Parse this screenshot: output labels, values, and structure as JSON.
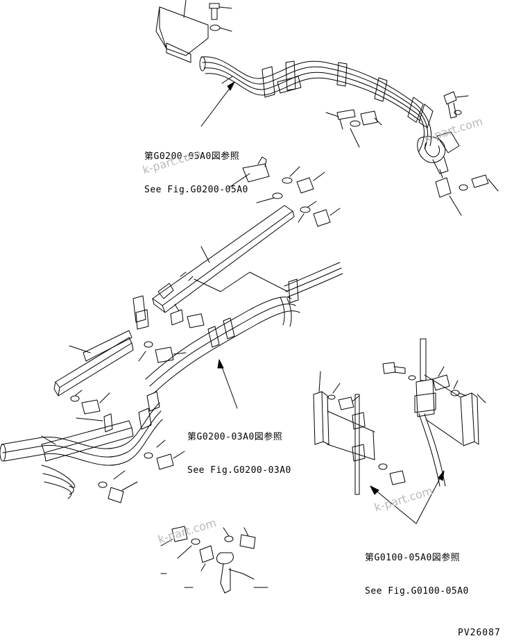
{
  "references": [
    {
      "id": "ref-g0200-05a0",
      "jp": "第G0200-05A0図参照",
      "en": "See Fig.G0200-05A0"
    },
    {
      "id": "ref-g0200-03a0",
      "jp": "第G0200-03A0図参照",
      "en": "See Fig.G0200-03A0"
    },
    {
      "id": "ref-g0100-05a0",
      "jp": "第G0100-05A0図参照",
      "en": "See Fig.G0100-05A0"
    }
  ],
  "watermarks": [
    "k-part.com",
    "k-part.com",
    "k-part.com",
    "k-part.com"
  ],
  "drawing_number": "PV26087",
  "colors": {
    "line": "#000000",
    "watermark": "#b9b9b9",
    "background": "#ffffff"
  }
}
